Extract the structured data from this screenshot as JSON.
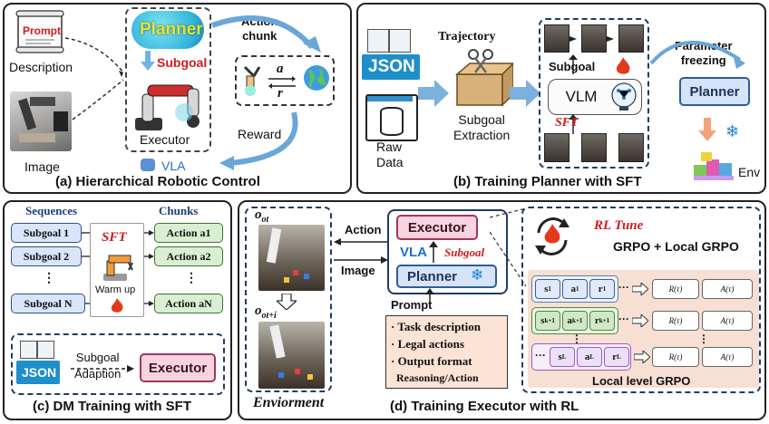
{
  "panel_a": {
    "caption": "(a) Hierarchical Robotic Control",
    "prompt": "Prompt",
    "description": "Description",
    "image": "Image",
    "planner": "Planner",
    "subgoal": "Subgoal",
    "executor": "Executor",
    "vla": "VLA",
    "action_chunk": "Action\nchunk",
    "reward": "Reward",
    "a_symbol": "a",
    "r_symbol": "r"
  },
  "panel_b": {
    "caption": "(b) Training Planner with SFT",
    "json": "JSON",
    "raw_data": "Raw\nData",
    "trajectory": "Trajectory",
    "subgoal_extraction": "Subgoal\nExtraction",
    "subgoal": "Subgoal",
    "vlm": "VLM",
    "sft": "SFT",
    "parameter_freezing": "Parameter\nfreezing",
    "planner": "Planner",
    "env": "Env"
  },
  "panel_c": {
    "caption": "(c) DM Training with SFT",
    "sequences_header": "Sequences",
    "chunks_header": "Chunks",
    "sft": "SFT",
    "warm_up": "Warm up",
    "subgoals": [
      "Subgoal 1",
      "Subgoal 2",
      "⋮",
      "Subgoal N"
    ],
    "actions": [
      "Action a1",
      "Action a2",
      "⋮",
      "Action aN"
    ],
    "json": "JSON",
    "subgoal_adaption": "Subgoal\nAdaption",
    "executor": "Executor"
  },
  "panel_d": {
    "caption": "(d) Training Executor with RL",
    "environment": "Enviorment",
    "o_t": "ot",
    "o_ti": "ot+i",
    "action": "Action",
    "image": "Image",
    "executor": "Executor",
    "vla": "VLA",
    "subgoal": "Subgoal",
    "planner": "Planner",
    "prompt": "Prompt",
    "prompt_items": [
      "· Task description",
      "· Legal actions",
      "· Output format",
      "  Reasoning/Action"
    ],
    "rl_tune": "RL Tune",
    "grpo": "GRPO + Local GRPO",
    "local_grpo": "Local level GRPO",
    "ellipsis": "···",
    "vdots": "⋮"
  },
  "colors": {
    "dashed_border": "#1f3b66",
    "red_accent": "#d21c1c",
    "blue_accent": "#1f6fc9",
    "executor_fill": "#f8d3e0",
    "planner_fill": "#d6e4f7",
    "seq_fill": "#d9e5fa",
    "chunk_fill": "#d8efd2",
    "grpo_fill": "#f8dfd3"
  }
}
